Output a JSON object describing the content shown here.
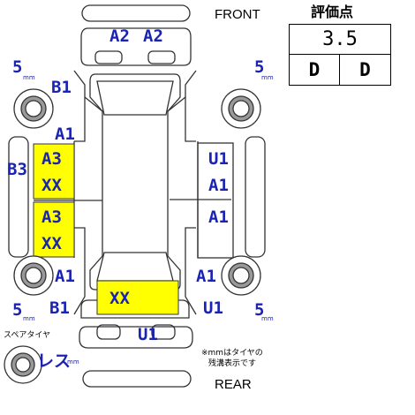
{
  "header": {
    "front_label": "FRONT",
    "rear_label": "REAR",
    "score_title": "評価点"
  },
  "score": {
    "value": "3.5",
    "interior_grade": "D",
    "exterior_grade": "D"
  },
  "colors": {
    "damage_code": "#1a23b4",
    "highlight": "#ffff00",
    "outline": "#333333"
  },
  "codes": {
    "hood_left": "A2",
    "hood_right": "A2",
    "front_left_fender": "B1",
    "front_left_door_edge": "A1",
    "left_side_panel": "B3",
    "front_left_door_top": "A3",
    "front_left_door_bottom": "XX",
    "rear_left_door_top": "A3",
    "rear_left_door_bottom": "XX",
    "rear_left_quarter": "A1",
    "rear_left_bumper": "B1",
    "right_front_door_top": "U1",
    "right_front_door_bottom": "A1",
    "right_rear_door": "A1",
    "rear_right_quarter": "A1",
    "rear_right_bumper": "U1",
    "trunk": "XX",
    "rear_bumper": "U1"
  },
  "tires": {
    "front_left_mm": "5",
    "front_right_mm": "5",
    "rear_left_mm": "5",
    "rear_right_mm": "5",
    "mm_unit": "mm",
    "spare_label": "スペアタイヤ",
    "spare_status": "レス",
    "note_line1": "※mmはタイヤの",
    "note_line2": "残溝表示です"
  }
}
